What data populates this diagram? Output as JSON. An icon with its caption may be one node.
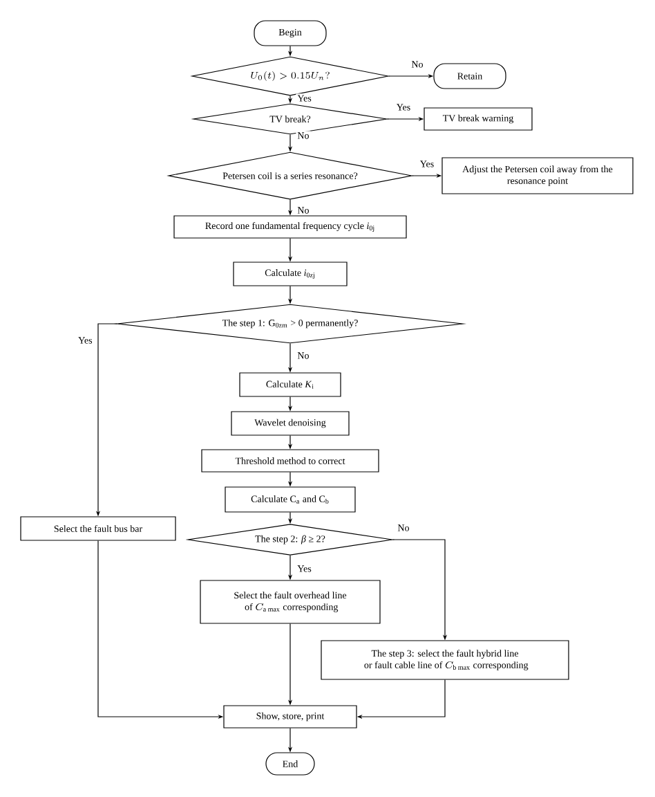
{
  "diagram": {
    "nodes": [
      {
        "text": [
          "Begin"
        ]
      },
      {
        "text": [
          "U_0(t) > 0.15U_n?"
        ]
      },
      {
        "text": [
          "Retain"
        ]
      },
      {
        "text": [
          "TV break?"
        ]
      },
      {
        "text": [
          "TV break warning"
        ]
      },
      {
        "text": [
          "Petersen coil is a series resonance?"
        ]
      },
      {
        "text": [
          "Adjust the Petersen coil away from the resonance point"
        ]
      },
      {
        "text": [
          "Record one fundamental frequency cycle *i*$_{0j}$"
        ]
      },
      {
        "text": [
          "Calculate *i*$_{0zj}$"
        ]
      },
      {
        "text": [
          "The step 1: G$_{0zm}$ > 0 permanently?"
        ]
      },
      {
        "text": [
          "Calculate *K*$_{i}$"
        ]
      },
      {
        "text": [
          "Wavelet denoising"
        ]
      },
      {
        "text": [
          "Threshold method to correct"
        ]
      },
      {
        "text": [
          "Calculate C$_{a}$ and C$_{b}$"
        ]
      },
      {
        "text": [
          "Select the fault bus bar"
        ]
      },
      {
        "text": [
          "The step 2: *β* ≥ 2?"
        ]
      },
      {
        "text": [
          "\\text{Select the fault overhead line}\\allowbreak\\text{ of }C_{\\mathrm{a\\,max}}\\text{ corresponding}"
        ]
      },
      {
        "text": [
          "\\text{The step 3: select the fault hybrid line}\\allowbreak\\text{ or fault cable line of }C_{\\mathrm{b\\,max}}\\text{ corresponding}"
        ]
      },
      {
        "text": [
          "Show, store, print"
        ]
      },
      {
        "text": [
          "End"
        ]
      }
    ],
    "edges": [
      {
        "from": 0,
        "to": 1,
        "arrow": "to"
      },
      {
        "from": 1,
        "to": 2,
        "arrow": "to",
        "label": "No"
      },
      {
        "from": 1,
        "to": 3,
        "arrow": "to",
        "label": "Yes"
      },
      {
        "from": 3,
        "to": 4,
        "arrow": "to",
        "label": "Yes"
      },
      {
        "from": 3,
        "to": 5,
        "arrow": "to",
        "label": "No"
      },
      {
        "from": 5,
        "to": 6,
        "arrow": "to",
        "label": "Yes"
      },
      {
        "from": 5,
        "to": 7,
        "arrow": "to",
        "label": "No"
      },
      {
        "from": 7,
        "to": 8,
        "arrow": "to"
      },
      {
        "from": 8,
        "to": 9,
        "arrow": "to"
      },
      {
        "from": 9,
        "to": 10,
        "arrow": "to",
        "label": "No"
      },
      {
        "from": 9,
        "to": 14,
        "arrow": "to",
        "label": "Yes"
      },
      {
        "from": 10,
        "to": 11,
        "arrow": "to"
      },
      {
        "from": 11,
        "to": 12,
        "arrow": "to"
      },
      {
        "from": 12,
        "to": 13,
        "arrow": "to"
      },
      {
        "from": 13,
        "to": 15,
        "arrow": "to"
      },
      {
        "from": 15,
        "to": 16,
        "arrow": "to",
        "label": "Yes"
      },
      {
        "from": 15,
        "to": 17,
        "arrow": "to",
        "label": "No"
      },
      {
        "from": 16,
        "to": 18,
        "arrow": "to"
      },
      {
        "from": 17,
        "to": 18,
        "arrow": "to"
      },
      {
        "from": 14,
        "to": 18,
        "arrow": "to"
      },
      {
        "from": 18,
        "to": 19,
        "arrow": "to"
      }
    ]
  }
}
